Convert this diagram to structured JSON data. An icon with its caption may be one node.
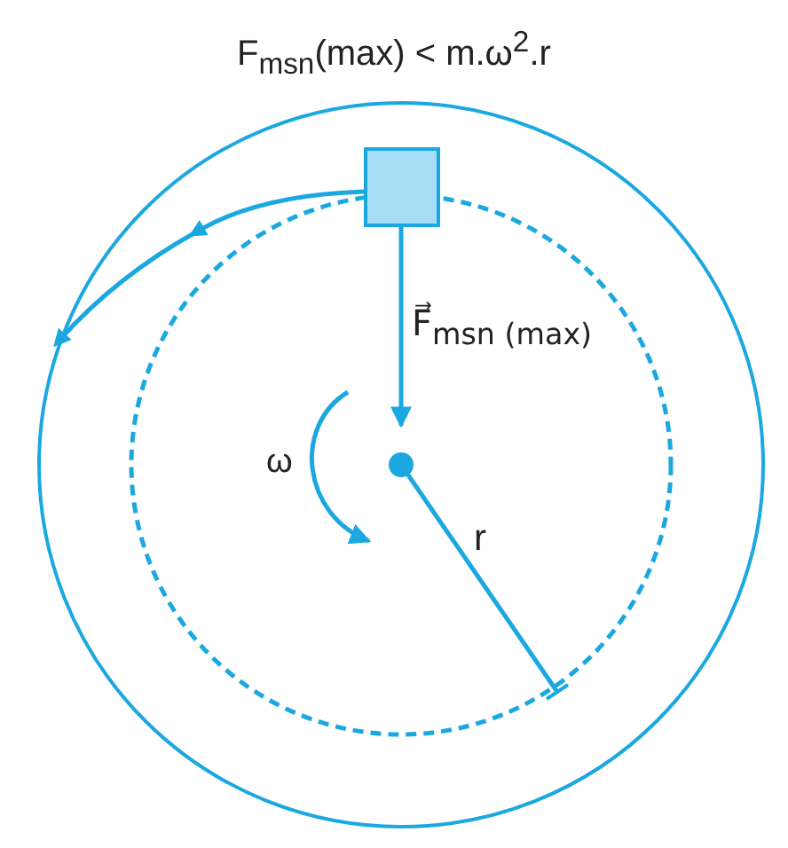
{
  "diagram": {
    "title": "F$_{msn}$(max) < m.ω$^{2}$.r",
    "nodes": [
      {
        "text": [],
        "shape": "circle"
      },
      {
        "text": [],
        "shape": "box",
        "in": 0
      }
    ],
    "edges": [
      {
        "from": 1,
        "to": 0,
        "arrow": "to"
      }
    ],
    "labels": [
      "F⃗$_{msn (max)}$",
      "ω",
      "r"
    ]
  }
}
